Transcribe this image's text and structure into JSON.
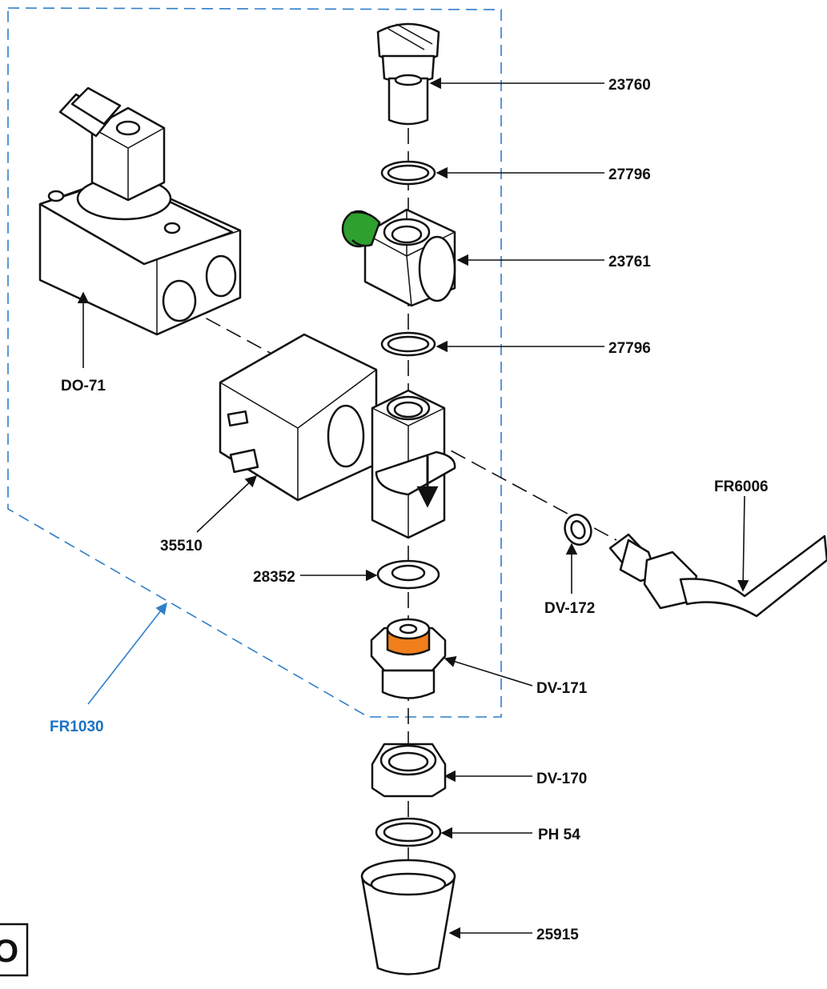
{
  "labels": {
    "p23760": "23760",
    "p27796a": "27796",
    "p23761": "23761",
    "p27796b": "27796",
    "do71": "DO-71",
    "fr6006": "FR6006",
    "p35510": "35510",
    "p28352": "28352",
    "dv172": "DV-172",
    "fr1030": "FR1030",
    "dv171": "DV-171",
    "dv170": "DV-170",
    "ph54": "PH 54",
    "p25915": "25915"
  },
  "corner_box_text": "O",
  "colors": {
    "line": "#111111",
    "boundary": "#2f7fc9",
    "fr1030_label": "#1a73c2",
    "green_knob": "#2ea02e",
    "orange_seal": "#f07f1c"
  }
}
